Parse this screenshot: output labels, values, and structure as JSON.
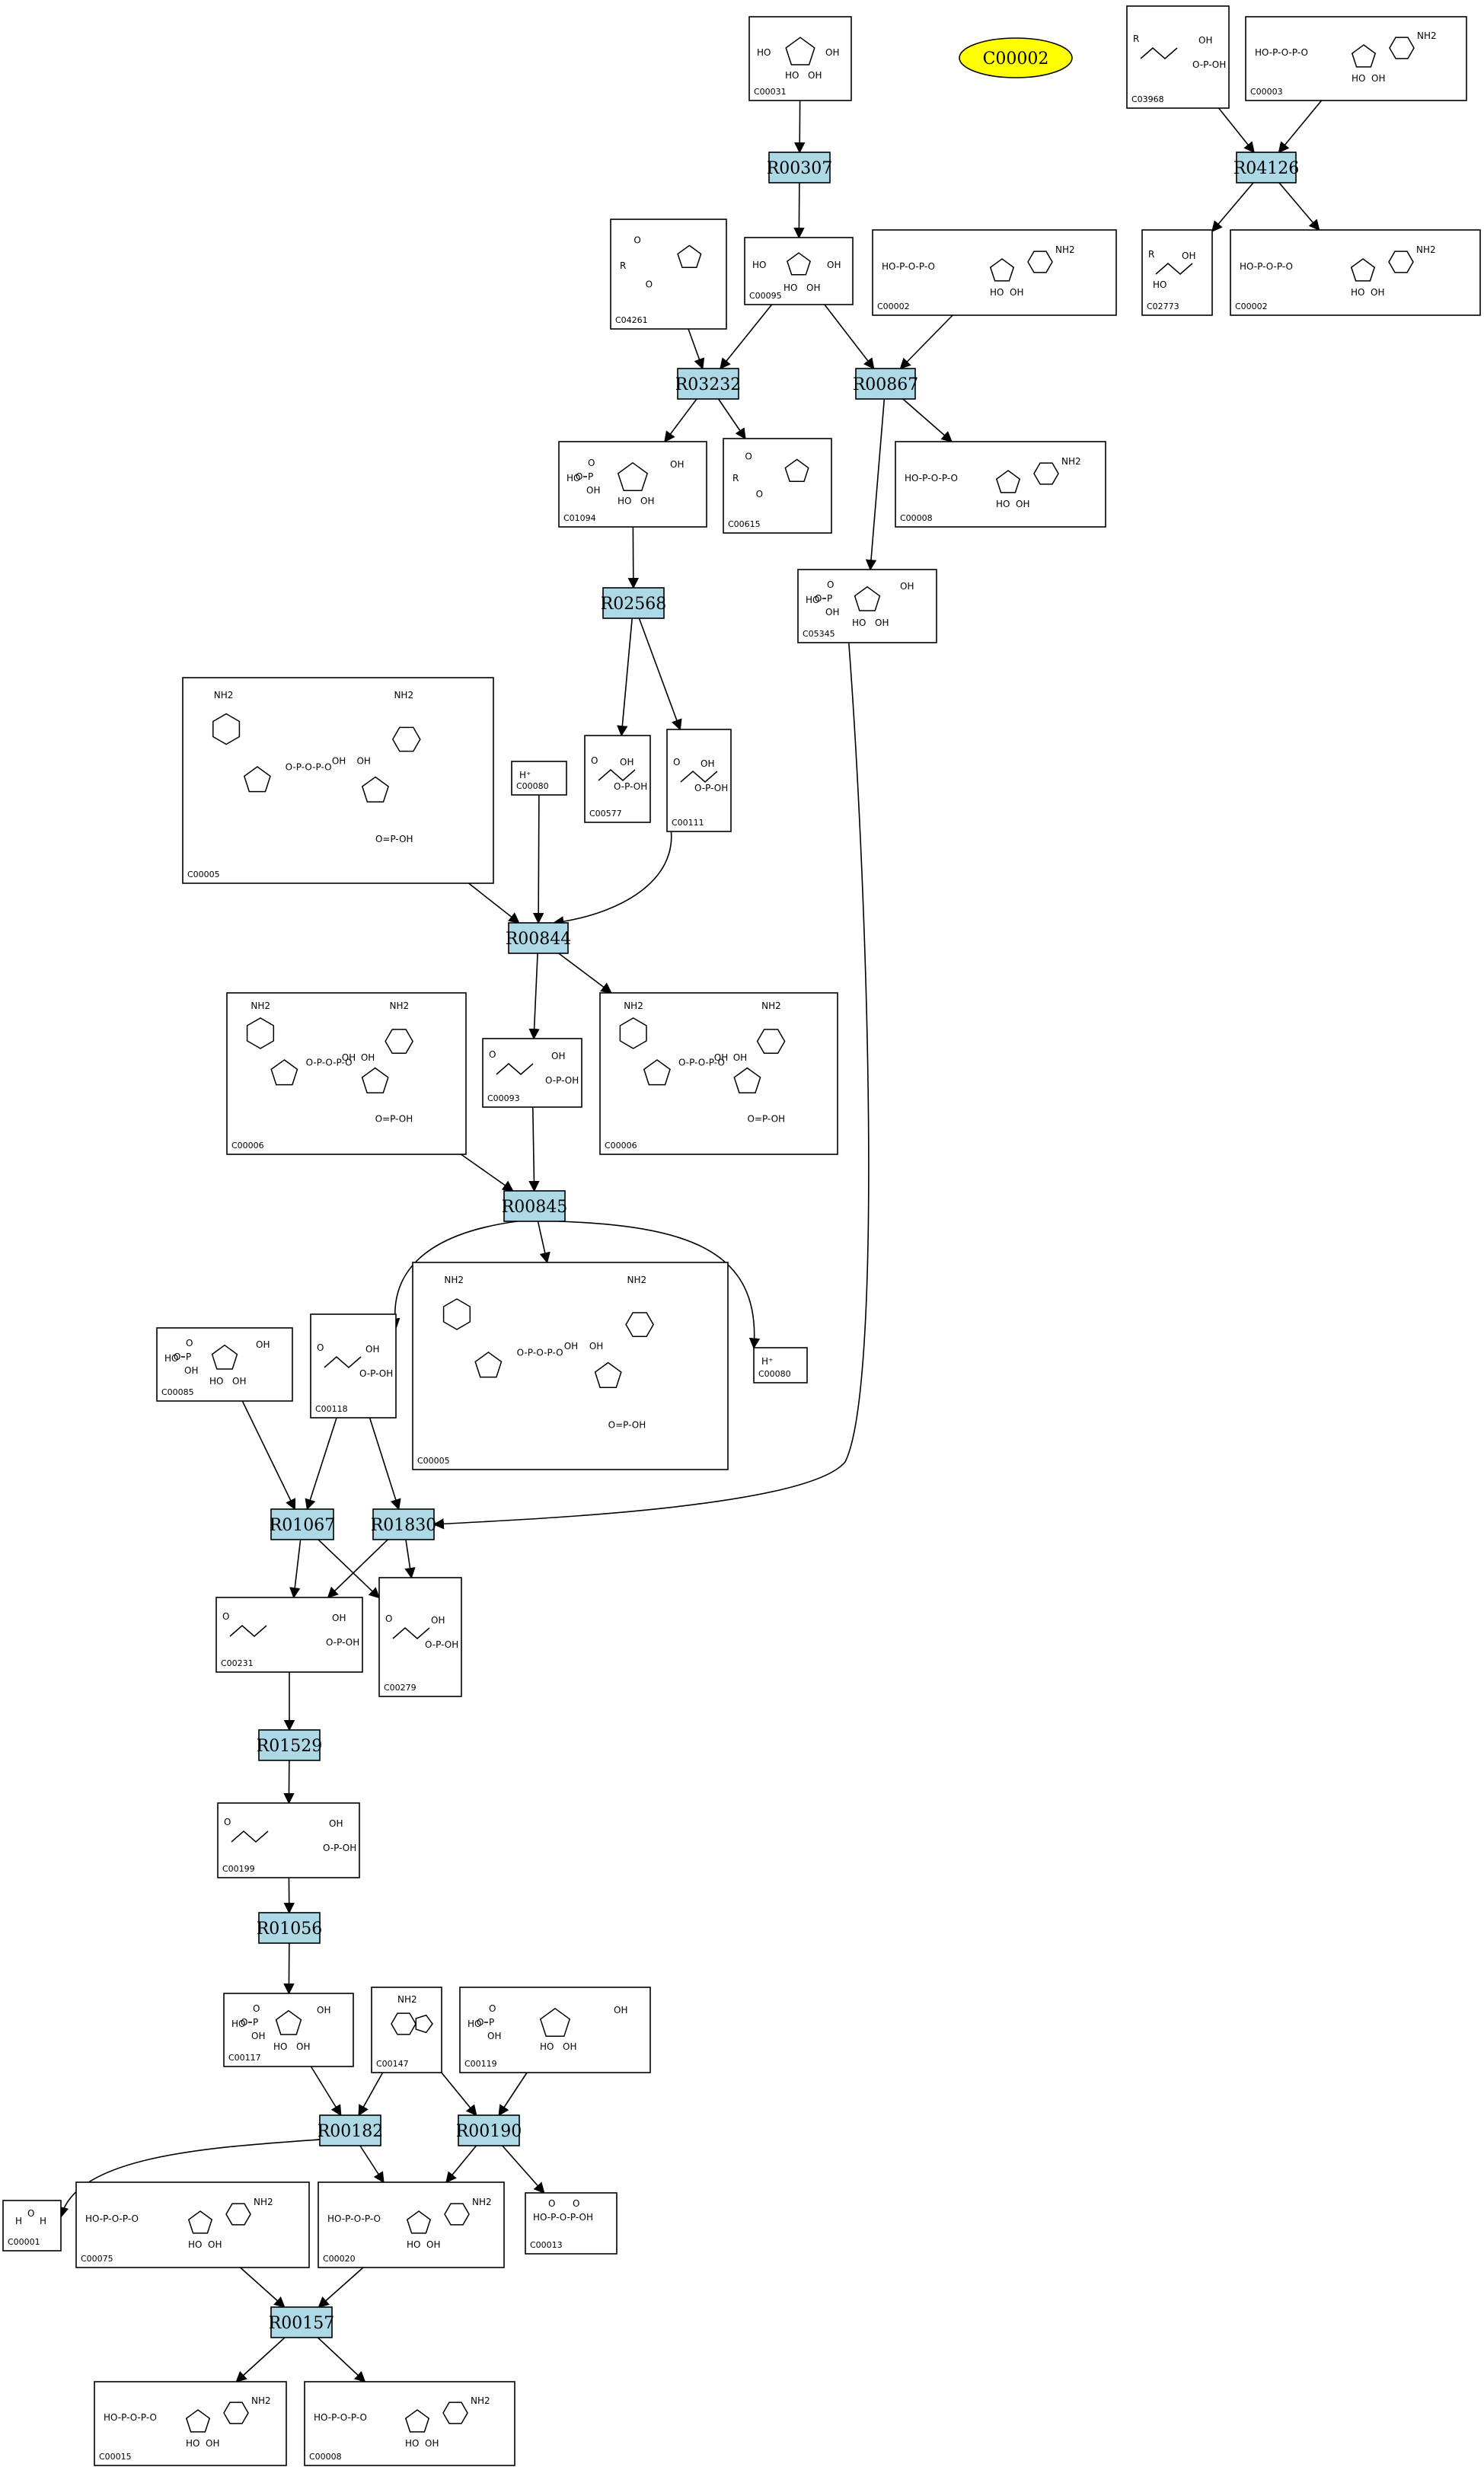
{
  "highlight": {
    "id": "C00002",
    "fill": "#ffff00"
  },
  "colors": {
    "reaction_fill": "#add8e6",
    "compound_fill": "#ffffff",
    "edge": "#000000"
  },
  "reactions": [
    {
      "id": "R00307"
    },
    {
      "id": "R04126"
    },
    {
      "id": "R03232"
    },
    {
      "id": "R00867"
    },
    {
      "id": "R02568"
    },
    {
      "id": "R00844"
    },
    {
      "id": "R00845"
    },
    {
      "id": "R01067"
    },
    {
      "id": "R01830"
    },
    {
      "id": "R01529"
    },
    {
      "id": "R01056"
    },
    {
      "id": "R00182"
    },
    {
      "id": "R00190"
    },
    {
      "id": "R00157"
    }
  ],
  "compounds": [
    {
      "key": "c00031",
      "label": "C00031",
      "kind": "sugar"
    },
    {
      "key": "c03968",
      "label": "C03968",
      "kind": "glycerophosphate"
    },
    {
      "key": "c00003_top",
      "label": "C00003",
      "kind": "nucleotide"
    },
    {
      "key": "c04261",
      "label": "C04261",
      "kind": "histidine"
    },
    {
      "key": "c00095",
      "label": "C00095",
      "kind": "sugar"
    },
    {
      "key": "c00002_mid",
      "label": "C00002",
      "kind": "nucleotide"
    },
    {
      "key": "c02773",
      "label": "C02773",
      "kind": "glycerol"
    },
    {
      "key": "c00002_right",
      "label": "C00002",
      "kind": "nucleotide"
    },
    {
      "key": "c01094",
      "label": "C01094",
      "kind": "sugarphosphate"
    },
    {
      "key": "c00615",
      "label": "C00615",
      "kind": "histidine"
    },
    {
      "key": "c00008",
      "label": "C00008",
      "kind": "nucleotide"
    },
    {
      "key": "c05345",
      "label": "C05345",
      "kind": "sugarphosphate"
    },
    {
      "key": "c00005_top",
      "label": "C00005",
      "kind": "nadph"
    },
    {
      "key": "c00080_top",
      "label": "C00080",
      "kind": "proton",
      "formula": "H⁺"
    },
    {
      "key": "c00577",
      "label": "C00577",
      "kind": "small"
    },
    {
      "key": "c00111",
      "label": "C00111",
      "kind": "small"
    },
    {
      "key": "c00006_left",
      "label": "C00006",
      "kind": "nadp"
    },
    {
      "key": "c00093",
      "label": "C00093",
      "kind": "small"
    },
    {
      "key": "c00006_right",
      "label": "C00006",
      "kind": "nadp"
    },
    {
      "key": "c00085",
      "label": "C00085",
      "kind": "sugarphosphate"
    },
    {
      "key": "c00118",
      "label": "C00118",
      "kind": "small"
    },
    {
      "key": "c00005_mid",
      "label": "C00005",
      "kind": "nadph"
    },
    {
      "key": "c00080_mid",
      "label": "C00080",
      "kind": "proton",
      "formula": "H⁺"
    },
    {
      "key": "c00231",
      "label": "C00231",
      "kind": "chain"
    },
    {
      "key": "c00279",
      "label": "C00279",
      "kind": "small"
    },
    {
      "key": "c00199",
      "label": "C00199",
      "kind": "chain"
    },
    {
      "key": "c00117",
      "label": "C00117",
      "kind": "sugarphosphate"
    },
    {
      "key": "c00147",
      "label": "C00147",
      "kind": "adenine"
    },
    {
      "key": "c00119",
      "label": "C00119",
      "kind": "sugarphosphate"
    },
    {
      "key": "c00001",
      "label": "C00001",
      "kind": "water"
    },
    {
      "key": "c00075",
      "label": "C00075",
      "kind": "nucleotide"
    },
    {
      "key": "c00020",
      "label": "C00020",
      "kind": "nucleotide"
    },
    {
      "key": "c00013",
      "label": "C00013",
      "kind": "pyrophosphate"
    },
    {
      "key": "c00015",
      "label": "C00015",
      "kind": "nucleotide"
    },
    {
      "key": "c00008_bottom",
      "label": "C00008",
      "kind": "nucleotide"
    }
  ],
  "edges": [
    [
      "c00031",
      "R00307"
    ],
    [
      "R00307",
      "c00095"
    ],
    [
      "c03968",
      "R04126"
    ],
    [
      "c00003_top",
      "R04126"
    ],
    [
      "R04126",
      "c02773"
    ],
    [
      "R04126",
      "c00002_right"
    ],
    [
      "c04261",
      "R03232"
    ],
    [
      "c00095",
      "R03232"
    ],
    [
      "R03232",
      "c01094"
    ],
    [
      "R03232",
      "c00615"
    ],
    [
      "c00095",
      "R00867"
    ],
    [
      "c00002_mid",
      "R00867"
    ],
    [
      "R00867",
      "c00008"
    ],
    [
      "R00867",
      "c05345"
    ],
    [
      "c01094",
      "R02568"
    ],
    [
      "R02568",
      "c00577"
    ],
    [
      "R02568",
      "c00111"
    ],
    [
      "c00005_top",
      "R00844"
    ],
    [
      "c00080_top",
      "R00844"
    ],
    [
      "c00111",
      "R00844"
    ],
    [
      "R00844",
      "c00093"
    ],
    [
      "R00844",
      "c00006_right"
    ],
    [
      "c00006_left",
      "R00845"
    ],
    [
      "c00093",
      "R00845"
    ],
    [
      "R00845",
      "c00118"
    ],
    [
      "R00845",
      "c00005_mid"
    ],
    [
      "R00845",
      "c00080_mid"
    ],
    [
      "c00085",
      "R01067"
    ],
    [
      "c00118",
      "R01067"
    ],
    [
      "c00118",
      "R01830"
    ],
    [
      "c05345",
      "R01830"
    ],
    [
      "R01067",
      "c00231"
    ],
    [
      "R01067",
      "c00279"
    ],
    [
      "R01830",
      "c00231"
    ],
    [
      "R01830",
      "c00279"
    ],
    [
      "c00231",
      "R01529"
    ],
    [
      "R01529",
      "c00199"
    ],
    [
      "c00199",
      "R01056"
    ],
    [
      "R01056",
      "c00117"
    ],
    [
      "c00117",
      "R00182"
    ],
    [
      "c00147",
      "R00182"
    ],
    [
      "c00147",
      "R00190"
    ],
    [
      "c00119",
      "R00190"
    ],
    [
      "R00182",
      "c00001"
    ],
    [
      "R00182",
      "c00020"
    ],
    [
      "R00190",
      "c00020"
    ],
    [
      "R00190",
      "c00013"
    ],
    [
      "c00075",
      "R00157"
    ],
    [
      "c00020",
      "R00157"
    ],
    [
      "R00157",
      "c00015"
    ],
    [
      "R00157",
      "c00008_bottom"
    ]
  ]
}
